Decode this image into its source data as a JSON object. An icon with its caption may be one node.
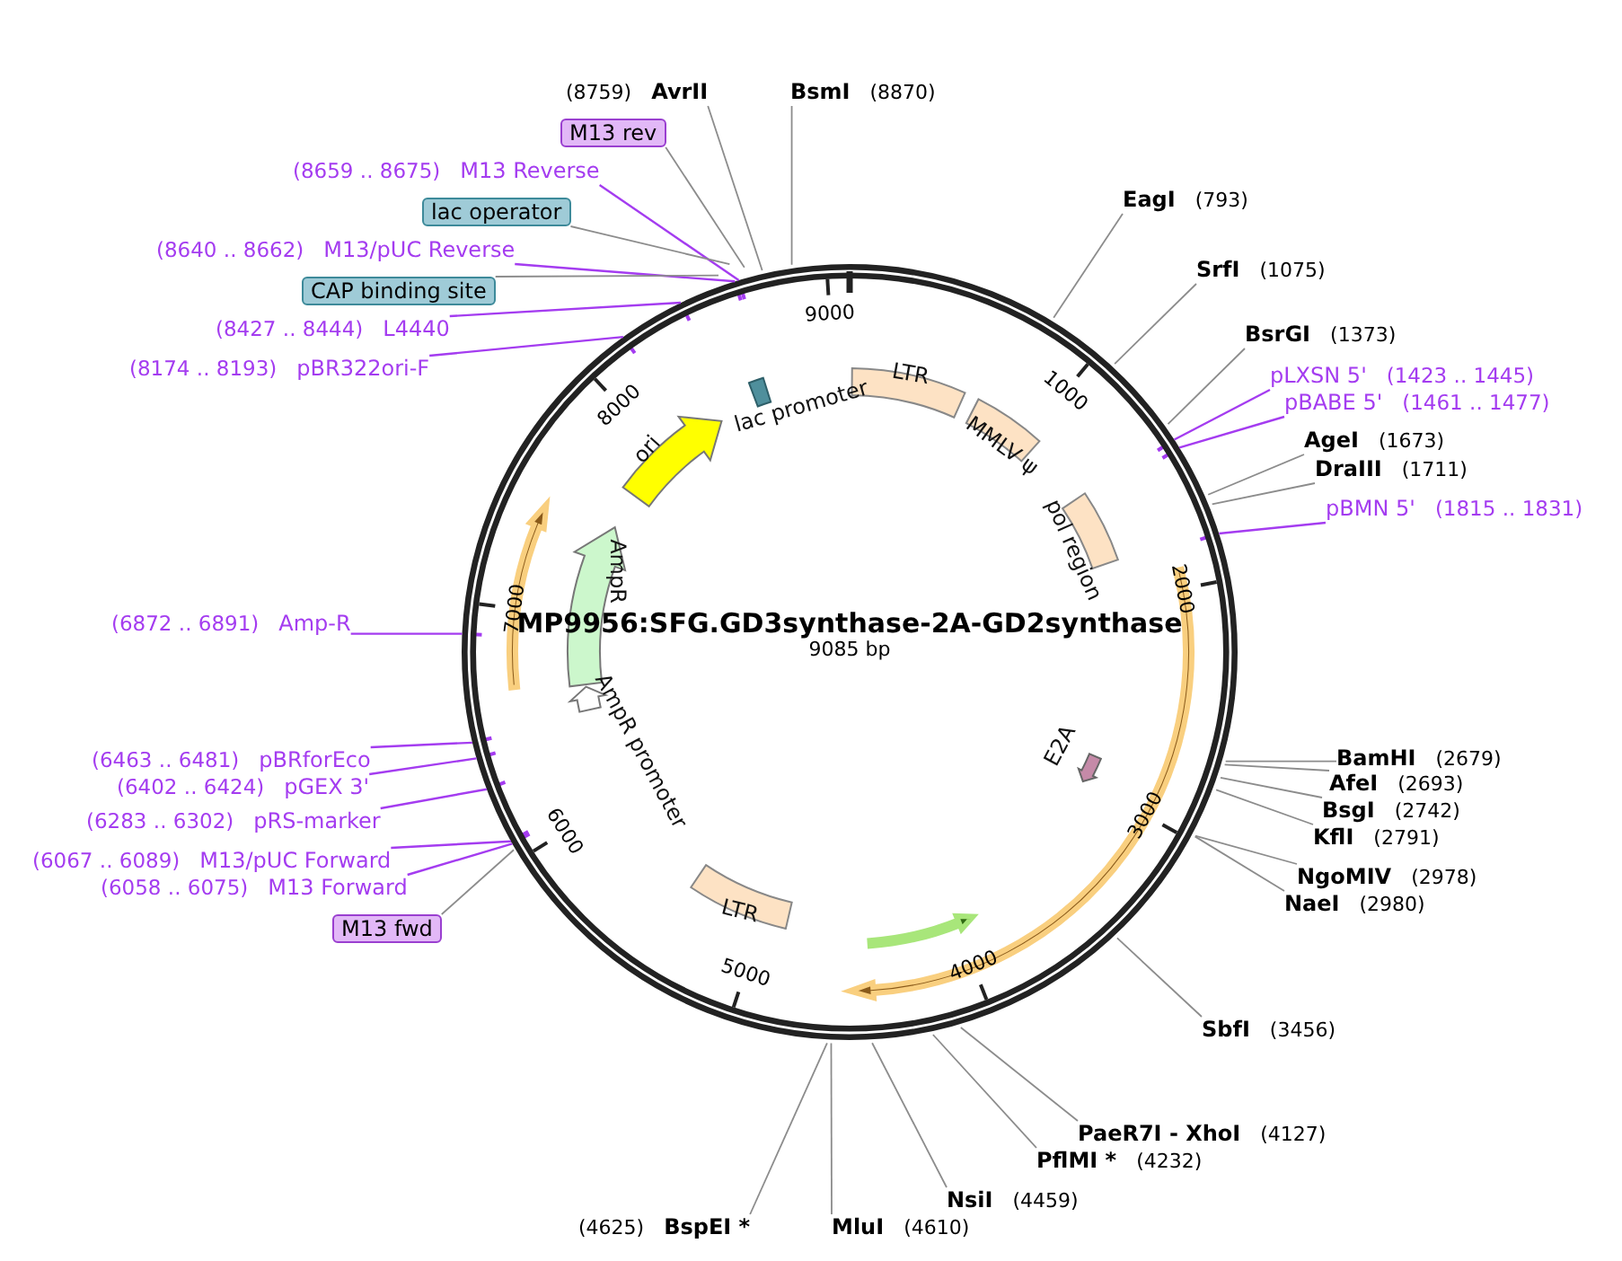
{
  "diagram": {
    "title": "MP9956:SFG.GD3synthase-2A-GD2synthase",
    "nodes": [
      {
        "text": [
          "(8759)",
          "AvrII"
        ]
      },
      {
        "text": [
          "BsmI",
          "(8870)"
        ]
      },
      {
        "text": [
          "M13 rev"
        ]
      },
      {
        "text": [
          "(8659 .. 8675)",
          "M13 Reverse"
        ]
      },
      {
        "text": [
          "lac operator"
        ]
      },
      {
        "text": [
          "(8640 .. 8662)",
          "M13/pUC Reverse"
        ]
      },
      {
        "text": [
          "CAP binding site"
        ]
      },
      {
        "text": [
          "(8427 .. 8444)",
          "L4440"
        ]
      },
      {
        "text": [
          "(8174 .. 8193)",
          "pBR322ori-F"
        ]
      },
      {
        "text": [
          "EagI",
          "(793)"
        ]
      },
      {
        "text": [
          "SrfI",
          "(1075)"
        ]
      },
      {
        "text": [
          "BsrGI",
          "(1373)"
        ]
      },
      {
        "text": [
          "pLXSN 5'",
          "(1423 .. 1445)"
        ]
      },
      {
        "text": [
          "pBABE 5'",
          "(1461 .. 1477)"
        ]
      },
      {
        "text": [
          "AgeI",
          "(1673)"
        ]
      },
      {
        "text": [
          "DraIII",
          "(1711)"
        ]
      },
      {
        "text": [
          "pBMN 5'",
          "(1815 .. 1831)"
        ]
      },
      {
        "text": [
          "LTR"
        ]
      },
      {
        "text": [
          "lac promoter"
        ]
      },
      {
        "text": [
          "ori"
        ]
      },
      {
        "text": [
          "MMLV ψ"
        ]
      },
      {
        "text": [
          "pol region"
        ]
      },
      {
        "text": [
          "AmpR"
        ]
      },
      {
        "text": [
          "(6872 .. 6891)",
          "Amp-R"
        ]
      },
      {
        "text": [
          "AmpR promoter"
        ]
      },
      {
        "text": [
          "E2A"
        ]
      },
      {
        "text": [
          "BamHI",
          "(2679)"
        ]
      },
      {
        "text": [
          "AfeI",
          "(2693)"
        ]
      },
      {
        "text": [
          "BsgI",
          "(2742)"
        ]
      },
      {
        "text": [
          "KflI",
          "(2791)"
        ]
      },
      {
        "text": [
          "(6463 .. 6481)",
          "pBRforEco"
        ]
      },
      {
        "text": [
          "(6402 .. 6424)",
          "pGEX 3'"
        ]
      },
      {
        "text": [
          "(6283 .. 6302)",
          "pRS-marker"
        ]
      },
      {
        "text": [
          "NgoMIV",
          "(2978)"
        ]
      },
      {
        "text": [
          "NaeI",
          "(2980)"
        ]
      },
      {
        "text": [
          "(6067 .. 6089)",
          "M13/pUC Forward"
        ]
      },
      {
        "text": [
          "(6058 .. 6075)",
          "M13 Forward"
        ]
      },
      {
        "text": [
          "M13 fwd"
        ]
      },
      {
        "text": [
          "LTR"
        ]
      },
      {
        "text": [
          "SbfI",
          "(3456)"
        ]
      },
      {
        "text": [
          "**PaeR7I** - **XhoI**",
          "(4127)"
        ]
      },
      {
        "text": [
          "PflMI *",
          "(4232)"
        ]
      },
      {
        "text": [
          "NsiI",
          "(4459)"
        ]
      },
      {
        "text": [
          "(4625)",
          "BspEI *"
        ]
      },
      {
        "text": [
          "MluI",
          "(4610)"
        ]
      }
    ],
    "edges": [
      {
        "from": 0,
        "to": null,
        "arrow": "none"
      },
      {
        "from": 1,
        "to": null,
        "arrow": "none"
      },
      {
        "from": 2,
        "to": null,
        "arrow": "none"
      },
      {
        "from": 3,
        "to": null,
        "arrow": "none",
        "color": "#a43cf0"
      },
      {
        "from": 4,
        "to": null,
        "arrow": "none"
      },
      {
        "from": 5,
        "to": null,
        "arrow": "none",
        "color": "#a43cf0"
      },
      {
        "from": 6,
        "to": null,
        "arrow": "none"
      },
      {
        "from": 7,
        "to": null,
        "arrow": "none",
        "color": "#a43cf0"
      },
      {
        "from": 8,
        "to": null,
        "arrow": "none",
        "color": "#a43cf0"
      },
      {
        "from": 9,
        "to": null,
        "arrow": "none"
      },
      {
        "from": 10,
        "to": null,
        "arrow": "none"
      },
      {
        "from": 11,
        "to": null,
        "arrow": "none"
      },
      {
        "from": 12,
        "to": null,
        "arrow": "none",
        "color": "#a43cf0"
      },
      {
        "from": 13,
        "to": null,
        "arrow": "none",
        "color": "#a43cf0"
      },
      {
        "from": 14,
        "to": null,
        "arrow": "none"
      },
      {
        "from": 15,
        "to": null,
        "arrow": "none"
      },
      {
        "from": 16,
        "to": null,
        "arrow": "none",
        "color": "#a43cf0"
      },
      {
        "from": 23,
        "to": null,
        "arrow": "none",
        "color": "#a43cf0"
      },
      {
        "from": 26,
        "to": null,
        "arrow": "none"
      },
      {
        "from": 27,
        "to": null,
        "arrow": "none"
      },
      {
        "from": 28,
        "to": null,
        "arrow": "none"
      },
      {
        "from": 29,
        "to": null,
        "arrow": "none"
      },
      {
        "from": 30,
        "to": null,
        "arrow": "none",
        "color": "#a43cf0"
      },
      {
        "from": 31,
        "to": null,
        "arrow": "none",
        "color": "#a43cf0"
      },
      {
        "from": 32,
        "to": null,
        "arrow": "none",
        "color": "#a43cf0"
      },
      {
        "from": 33,
        "to": null,
        "arrow": "none"
      },
      {
        "from": 34,
        "to": null,
        "arrow": "none"
      },
      {
        "from": 35,
        "to": null,
        "arrow": "none",
        "color": "#a43cf0"
      },
      {
        "from": 36,
        "to": null,
        "arrow": "none",
        "color": "#a43cf0"
      },
      {
        "from": 37,
        "to": null,
        "arrow": "none"
      },
      {
        "from": 39,
        "to": null,
        "arrow": "none"
      },
      {
        "from": 40,
        "to": null,
        "arrow": "none"
      },
      {
        "from": 41,
        "to": null,
        "arrow": "none"
      },
      {
        "from": 42,
        "to": null,
        "arrow": "none"
      },
      {
        "from": 43,
        "to": null,
        "arrow": "none"
      },
      {
        "from": 44,
        "to": null,
        "arrow": "none"
      }
    ],
    "labels": [
      "9085 bp",
      "9000",
      "8000",
      "1000",
      "2000",
      "7000",
      "3000",
      "6000",
      "4000",
      "5000"
    ]
  }
}
